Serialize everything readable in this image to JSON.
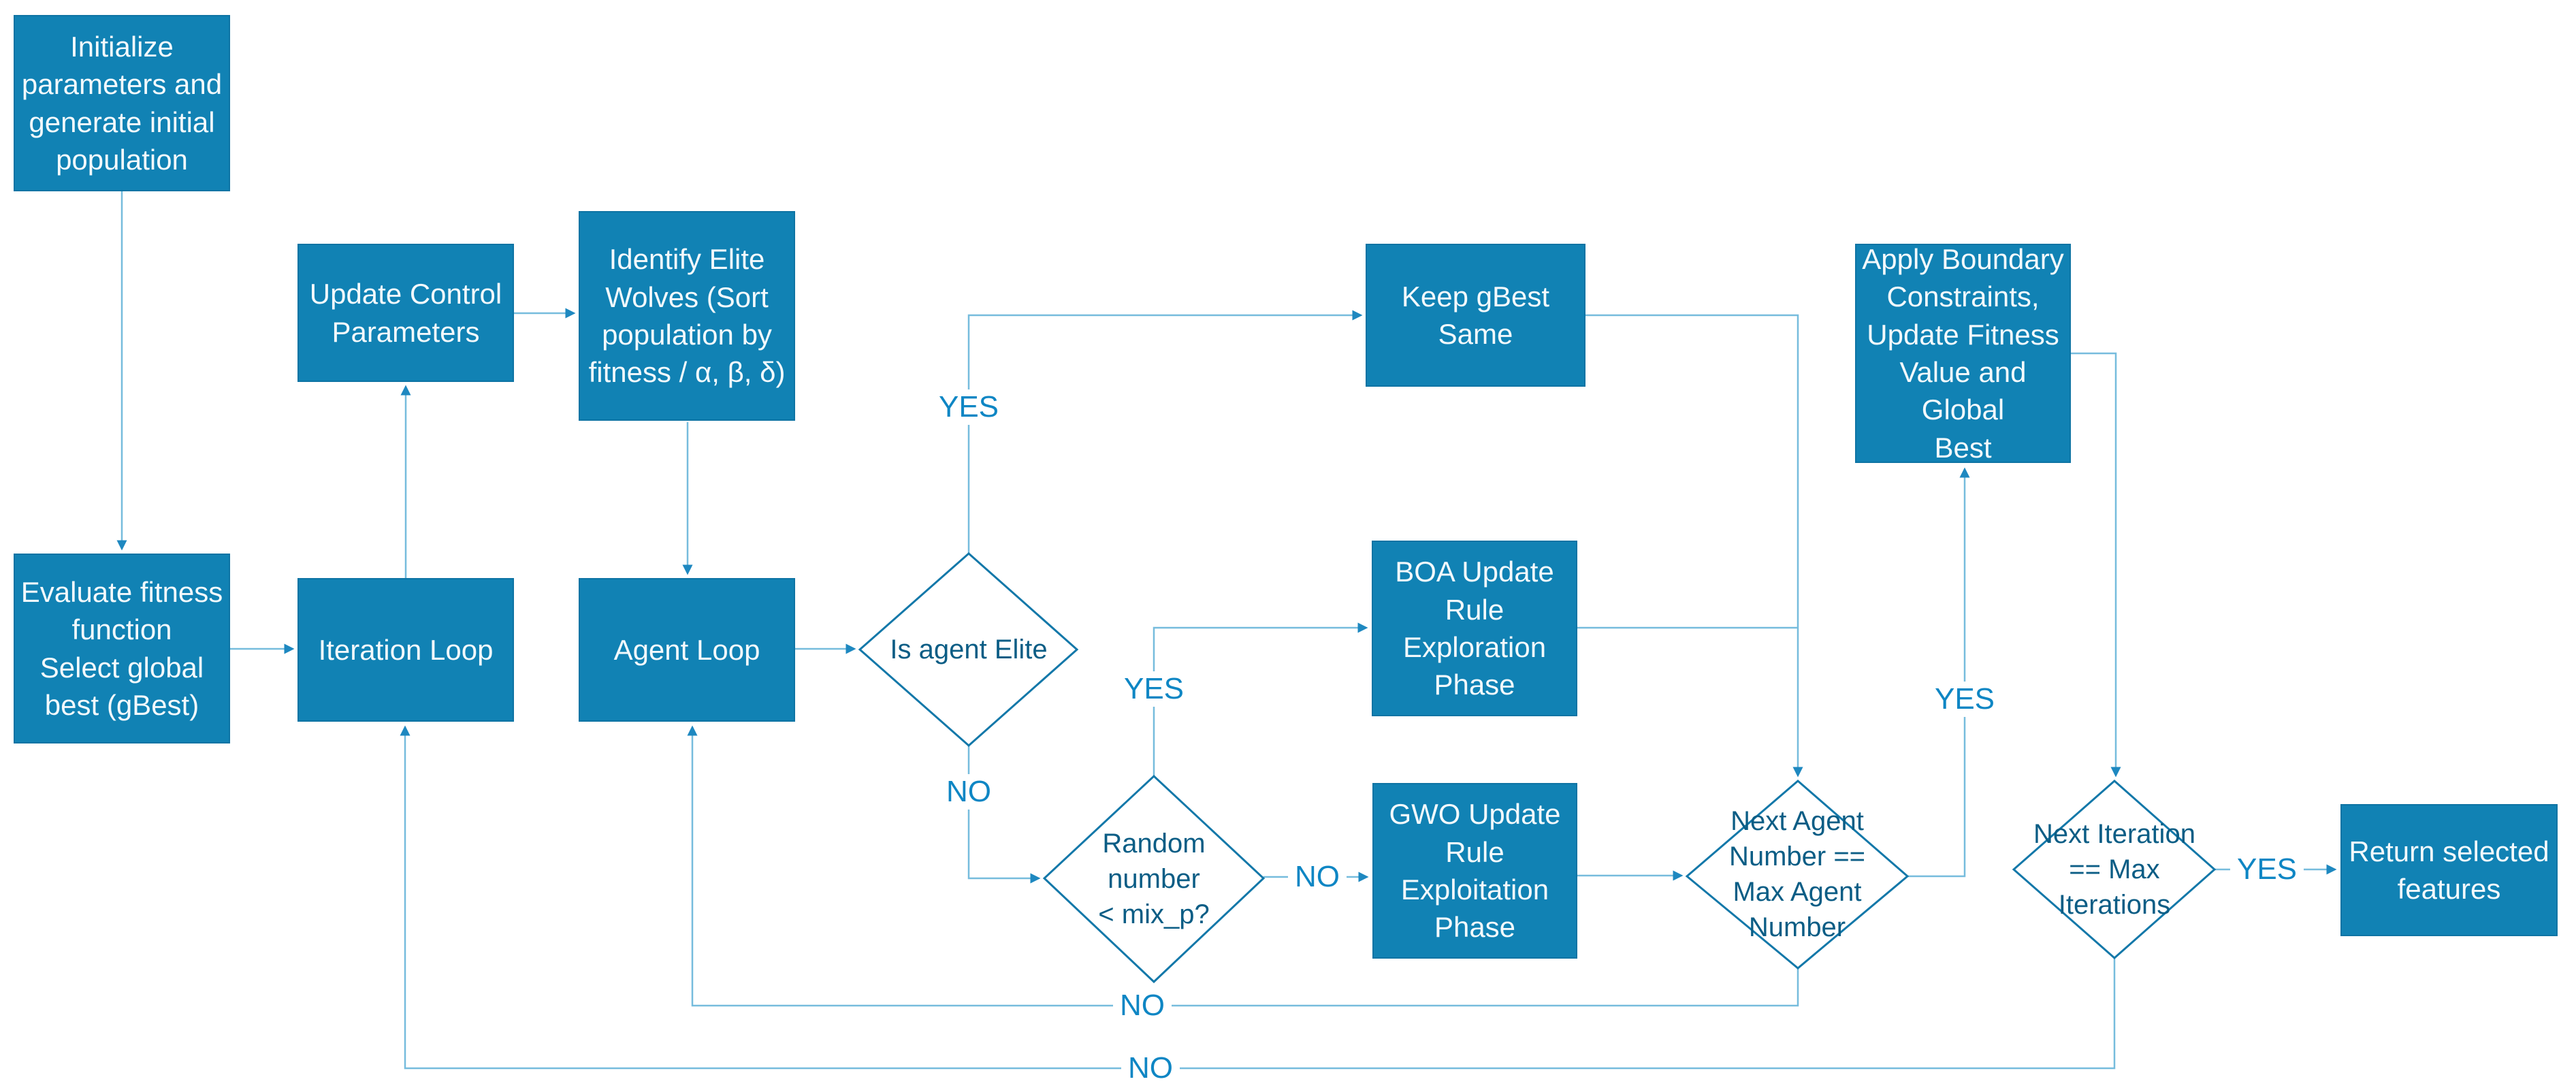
{
  "diagram": {
    "type": "flowchart",
    "description": "Hybrid BOA-GWO feature selection algorithm flowchart"
  },
  "colors": {
    "node_fill": "#1182b4",
    "node_border": "#0e74a4",
    "node_text": "#f3f9fc",
    "diamond_fill": "#ffffff",
    "diamond_border": "#1378a9",
    "diamond_text": "#0b5d85",
    "connector": "#76bcdd",
    "arrowhead": "#1e88c0",
    "edge_label_text": "#0e86c4",
    "background": "#ffffff"
  },
  "nodes": {
    "init": {
      "shape": "process",
      "label": "Initialize\nparameters and\ngenerate initial\npopulation"
    },
    "evaluate": {
      "shape": "process",
      "label": "Evaluate fitness\nfunction\nSelect global\nbest (gBest)"
    },
    "update_params": {
      "shape": "process",
      "label": "Update Control\nParameters"
    },
    "elite_wolves": {
      "shape": "process",
      "label": "Identify Elite\nWolves (Sort\npopulation by\nfitness / α, β, δ)"
    },
    "iteration_loop": {
      "shape": "process",
      "label": "Iteration Loop"
    },
    "agent_loop": {
      "shape": "process",
      "label": "Agent Loop"
    },
    "is_elite": {
      "shape": "decision",
      "label": "Is agent Elite"
    },
    "keep_gbest": {
      "shape": "process",
      "label": "Keep gBest Same"
    },
    "boa": {
      "shape": "process",
      "label": "BOA Update\nRule\nExploration\nPhase"
    },
    "random_mix": {
      "shape": "decision",
      "label": "Random\nnumber\n< mix_p?"
    },
    "gwo": {
      "shape": "process",
      "label": "GWO Update\nRule\nExploitation\nPhase"
    },
    "next_agent": {
      "shape": "decision",
      "label": "Next Agent\nNumber ==\nMax Agent\nNumber"
    },
    "apply_boundary": {
      "shape": "process",
      "label": "Apply Boundary\nConstraints,\nUpdate Fitness\nValue and Global\nBest"
    },
    "next_iteration": {
      "shape": "decision",
      "label": "Next Iteration\n== Max\nIterations"
    },
    "return_features": {
      "shape": "process",
      "label": "Return selected\nfeatures"
    }
  },
  "edge_labels": {
    "elite_yes": "YES",
    "elite_no": "NO",
    "random_yes": "YES",
    "random_no": "NO",
    "agent_yes": "YES",
    "agent_no": "NO",
    "iter_yes": "YES",
    "iter_no": "NO"
  },
  "edges": [
    {
      "from": "init",
      "to": "evaluate"
    },
    {
      "from": "evaluate",
      "to": "iteration_loop"
    },
    {
      "from": "iteration_loop",
      "to": "update_params"
    },
    {
      "from": "update_params",
      "to": "elite_wolves"
    },
    {
      "from": "elite_wolves",
      "to": "agent_loop"
    },
    {
      "from": "agent_loop",
      "to": "is_elite"
    },
    {
      "from": "is_elite",
      "to": "keep_gbest",
      "label": "YES"
    },
    {
      "from": "is_elite",
      "to": "random_mix",
      "label": "NO"
    },
    {
      "from": "random_mix",
      "to": "boa",
      "label": "YES"
    },
    {
      "from": "random_mix",
      "to": "gwo",
      "label": "NO"
    },
    {
      "from": "keep_gbest",
      "to": "next_agent"
    },
    {
      "from": "boa",
      "to": "next_agent"
    },
    {
      "from": "gwo",
      "to": "next_agent"
    },
    {
      "from": "next_agent",
      "to": "apply_boundary",
      "label": "YES"
    },
    {
      "from": "next_agent",
      "to": "agent_loop",
      "label": "NO"
    },
    {
      "from": "apply_boundary",
      "to": "next_iteration"
    },
    {
      "from": "next_iteration",
      "to": "return_features",
      "label": "YES"
    },
    {
      "from": "next_iteration",
      "to": "iteration_loop",
      "label": "NO"
    }
  ]
}
